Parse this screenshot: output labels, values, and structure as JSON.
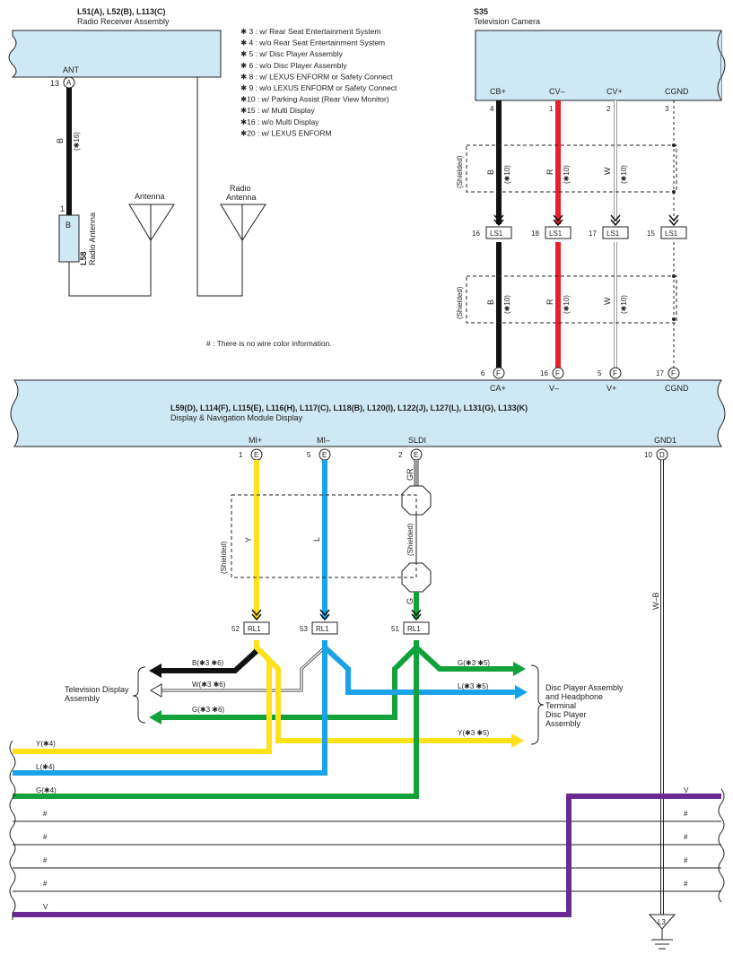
{
  "radio_receiver": {
    "code": "L51(A), L52(B), L113(C)",
    "name": "Radio Receiver Assembly",
    "pin_label": "ANT",
    "pin_num": "13",
    "pin_conn": "A"
  },
  "tv_camera": {
    "code": "S35",
    "name": "Television Camera",
    "pins": [
      {
        "label": "CB+",
        "num": "4",
        "color": "#111111",
        "wire": "B"
      },
      {
        "label": "CV–",
        "num": "1",
        "color": "#e8202a",
        "wire": "R"
      },
      {
        "label": "CV+",
        "num": "2",
        "color": "#ffffff",
        "wire": "W"
      },
      {
        "label": "CGND",
        "num": "3",
        "color": "#ffffff",
        "wire": ""
      }
    ],
    "ls1_nums": [
      "16",
      "18",
      "17",
      "15"
    ],
    "ls1_label": "LS1",
    "shield_note": "(✱10)",
    "shielded": "(Shielded)"
  },
  "notes": [
    "✱ 3 : w/ Rear Seat Entertainment System",
    "✱ 4 : w/o Rear Seat Entertainment System",
    "✱ 5 : w/ Disc Player Assembly",
    "✱ 6 : w/o Disc Player Assembly",
    "✱ 8 : w/ LEXUS ENFORM or Safety Connect",
    "✱ 9 : w/o LEXUS ENFORM or Safety Connect",
    "✱10 : w/ Parking Assist (Rear View Monitor)",
    "✱15 : w/ Multi Display",
    "✱16 : w/o Multi Display",
    "✱20 : w/ LEXUS ENFORM"
  ],
  "antenna": {
    "wire_color": "B",
    "wire_note": "(✱16)",
    "pin_num": "1",
    "connector_label": "B",
    "code": "L58",
    "name": "Radio Antenna",
    "antenna1_label": "Antenna",
    "antenna2_label": "Radio\nAntenna"
  },
  "hash_note": "# : There is no wire color information.",
  "display_module": {
    "code": "L59(D), L114(F), L115(E), L116(H), L117(C), L118(B), L120(I), L122(J), L127(L), L131(G), L133(K)",
    "name": "Display & Navigation Module Display",
    "top_pins": [
      {
        "num": "6",
        "conn": "F",
        "label": "CA+"
      },
      {
        "num": "16",
        "conn": "F",
        "label": "V–"
      },
      {
        "num": "5",
        "conn": "F",
        "label": "V+"
      },
      {
        "num": "17",
        "conn": "F",
        "label": "CGND"
      }
    ],
    "bottom_pins": [
      {
        "num": "1",
        "conn": "E",
        "label": "MI+"
      },
      {
        "num": "5",
        "conn": "E",
        "label": "MI–"
      },
      {
        "num": "2",
        "conn": "E",
        "label": "SLDI"
      },
      {
        "num": "10",
        "conn": "D",
        "label": "GND1"
      }
    ]
  },
  "lower": {
    "wire_y": "Y",
    "wire_l": "L",
    "wire_gr": "GR",
    "wire_g": "G",
    "wire_wb": "W–B",
    "shielded": "(Shielded)",
    "rl1_label": "RL1",
    "rl1_nums": [
      "52",
      "53",
      "51"
    ],
    "tv_display_name": "Television Display\nAssembly",
    "disc_player_name": "Disc Player Assembly\nand Headphone\nTerminal\nDisc Player\nAssembly",
    "left_labels": [
      "B(✱3 ✱6)",
      "W(✱3 ✱6)",
      "G(✱3 ✱6)"
    ],
    "right_labels": [
      "G(✱3 ✱5)",
      "L(✱3 ✱5)",
      "Y(✱3 ✱5)"
    ],
    "bus_labels_left": [
      "Y(✱4)",
      "L(✱4)",
      "G(✱4)",
      "#",
      "#",
      "#",
      "#",
      "V"
    ],
    "bus_labels_right": [
      "V",
      "#",
      "#",
      "#",
      "#"
    ],
    "ground_label": "L3"
  },
  "colors": {
    "panel": "#cfe8f5",
    "black": "#111111",
    "red": "#e8202a",
    "yellow": "#ffe11a",
    "blue": "#1aa3e8",
    "green": "#13a13b",
    "gray": "#9a9a9a",
    "purple": "#6a2a91"
  }
}
